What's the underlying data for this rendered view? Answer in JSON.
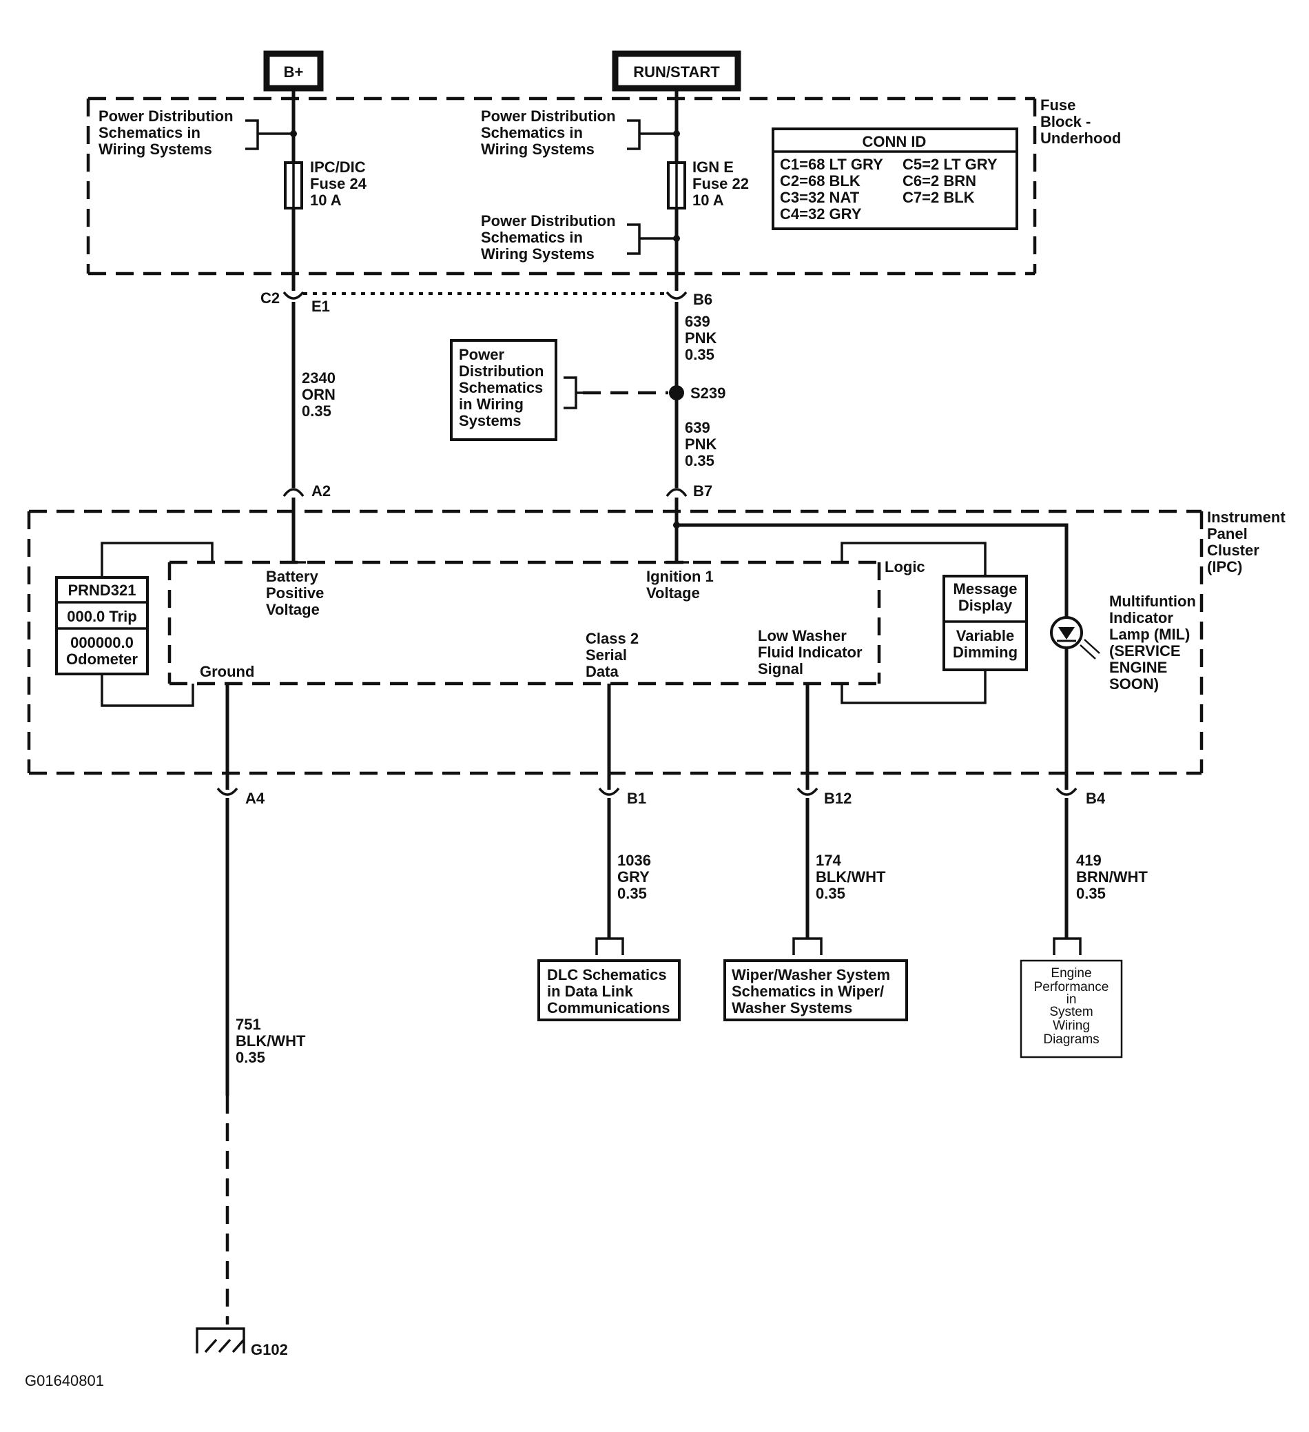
{
  "sources": {
    "bplus": "B+",
    "runstart": "RUN/START"
  },
  "fuse_block": {
    "label": [
      "Fuse",
      "Block -",
      "Underhood"
    ]
  },
  "ipc": {
    "label": [
      "Instrument",
      "Panel",
      "Cluster",
      "(IPC)"
    ]
  },
  "pwr_dist": [
    "Power Distribution",
    "Schematics in",
    "Wiring Systems"
  ],
  "pwr_dist_box": [
    "Power",
    "Distribution",
    "Schematics",
    "in Wiring",
    "Systems"
  ],
  "fuse24": [
    "IPC/DIC",
    "Fuse 24",
    "10 A"
  ],
  "fuse22": [
    "IGN E",
    "Fuse 22",
    "10 A"
  ],
  "conn_id": {
    "title": "CONN ID",
    "left": [
      "C1=68 LT GRY",
      "C2=68 BLK",
      "C3=32 NAT",
      "C4=32 GRY"
    ],
    "right": [
      "C5=2 LT GRY",
      "C6=2 BRN",
      "C7=2 BLK"
    ]
  },
  "connectors": {
    "c2": "C2",
    "e1": "E1",
    "b6": "B6",
    "a2": "A2",
    "b7": "B7",
    "a4": "A4",
    "b1": "B1",
    "b12": "B12",
    "b4": "B4",
    "s239": "S239",
    "g102": "G102"
  },
  "wires": {
    "w2340": [
      "2340",
      "ORN",
      "0.35"
    ],
    "w639a": [
      "639",
      "PNK",
      "0.35"
    ],
    "w639b": [
      "639",
      "PNK",
      "0.35"
    ],
    "w1036": [
      "1036",
      "GRY",
      "0.35"
    ],
    "w174": [
      "174",
      "BLK/WHT",
      "0.35"
    ],
    "w419": [
      "419",
      "BRN/WHT",
      "0.35"
    ],
    "w751": [
      "751",
      "BLK/WHT",
      "0.35"
    ]
  },
  "ipc_internal": {
    "battery": [
      "Battery",
      "Positive",
      "Voltage"
    ],
    "ignition": [
      "Ignition 1",
      "Voltage"
    ],
    "ground": "Ground",
    "logic": "Logic",
    "class2": [
      "Class 2",
      "Serial",
      "Data"
    ],
    "washer_signal": [
      "Low Washer",
      "Fluid Indicator",
      "Signal"
    ],
    "prnd": "PRND321",
    "trip": "000.0 Trip",
    "odometer": [
      "000000.0",
      "Odometer"
    ],
    "message": [
      "Message",
      "Display"
    ],
    "dimming": [
      "Variable",
      "Dimming"
    ],
    "mil": [
      "Multifuntion",
      "Indicator",
      "Lamp (MIL)",
      "(SERVICE",
      "ENGINE",
      "SOON)"
    ]
  },
  "destinations": {
    "dlc": [
      "DLC Schematics",
      "in Data Link",
      "Communications"
    ],
    "wiper": [
      "Wiper/Washer System",
      "Schematics in Wiper/",
      "Washer Systems"
    ],
    "engine": [
      "Engine",
      "Performance",
      "in",
      "System",
      "Wiring",
      "Diagrams"
    ]
  },
  "figure_id": "G01640801"
}
